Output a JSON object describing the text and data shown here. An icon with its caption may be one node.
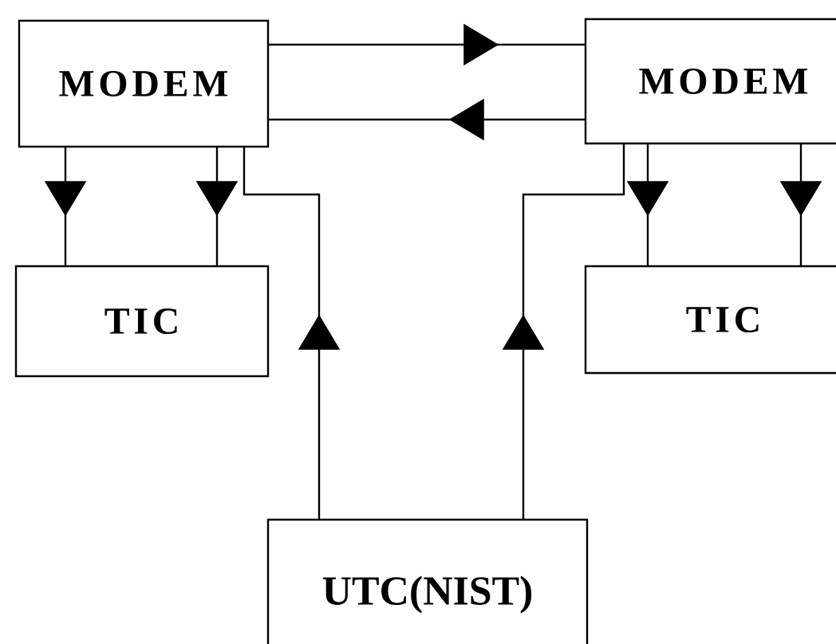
{
  "diagram": {
    "nodes": [
      {
        "text": [
          "MODEM"
        ]
      },
      {
        "text": [
          "MODEM"
        ]
      },
      {
        "text": [
          "TIC"
        ]
      },
      {
        "text": [
          "TIC"
        ]
      },
      {
        "text": [
          "UTC(NIST)"
        ]
      }
    ],
    "edges": [
      {
        "from": 0,
        "to": 1,
        "arrow": "to"
      },
      {
        "from": 1,
        "to": 0,
        "arrow": "to"
      },
      {
        "from": 0,
        "to": 2,
        "arrow": "to"
      },
      {
        "from": 0,
        "to": 2,
        "arrow": "to"
      },
      {
        "from": 1,
        "to": 3,
        "arrow": "to"
      },
      {
        "from": 1,
        "to": 3,
        "arrow": "to"
      },
      {
        "from": 4,
        "to": 0,
        "arrow": "to"
      },
      {
        "from": 4,
        "to": 1,
        "arrow": "to"
      }
    ]
  }
}
